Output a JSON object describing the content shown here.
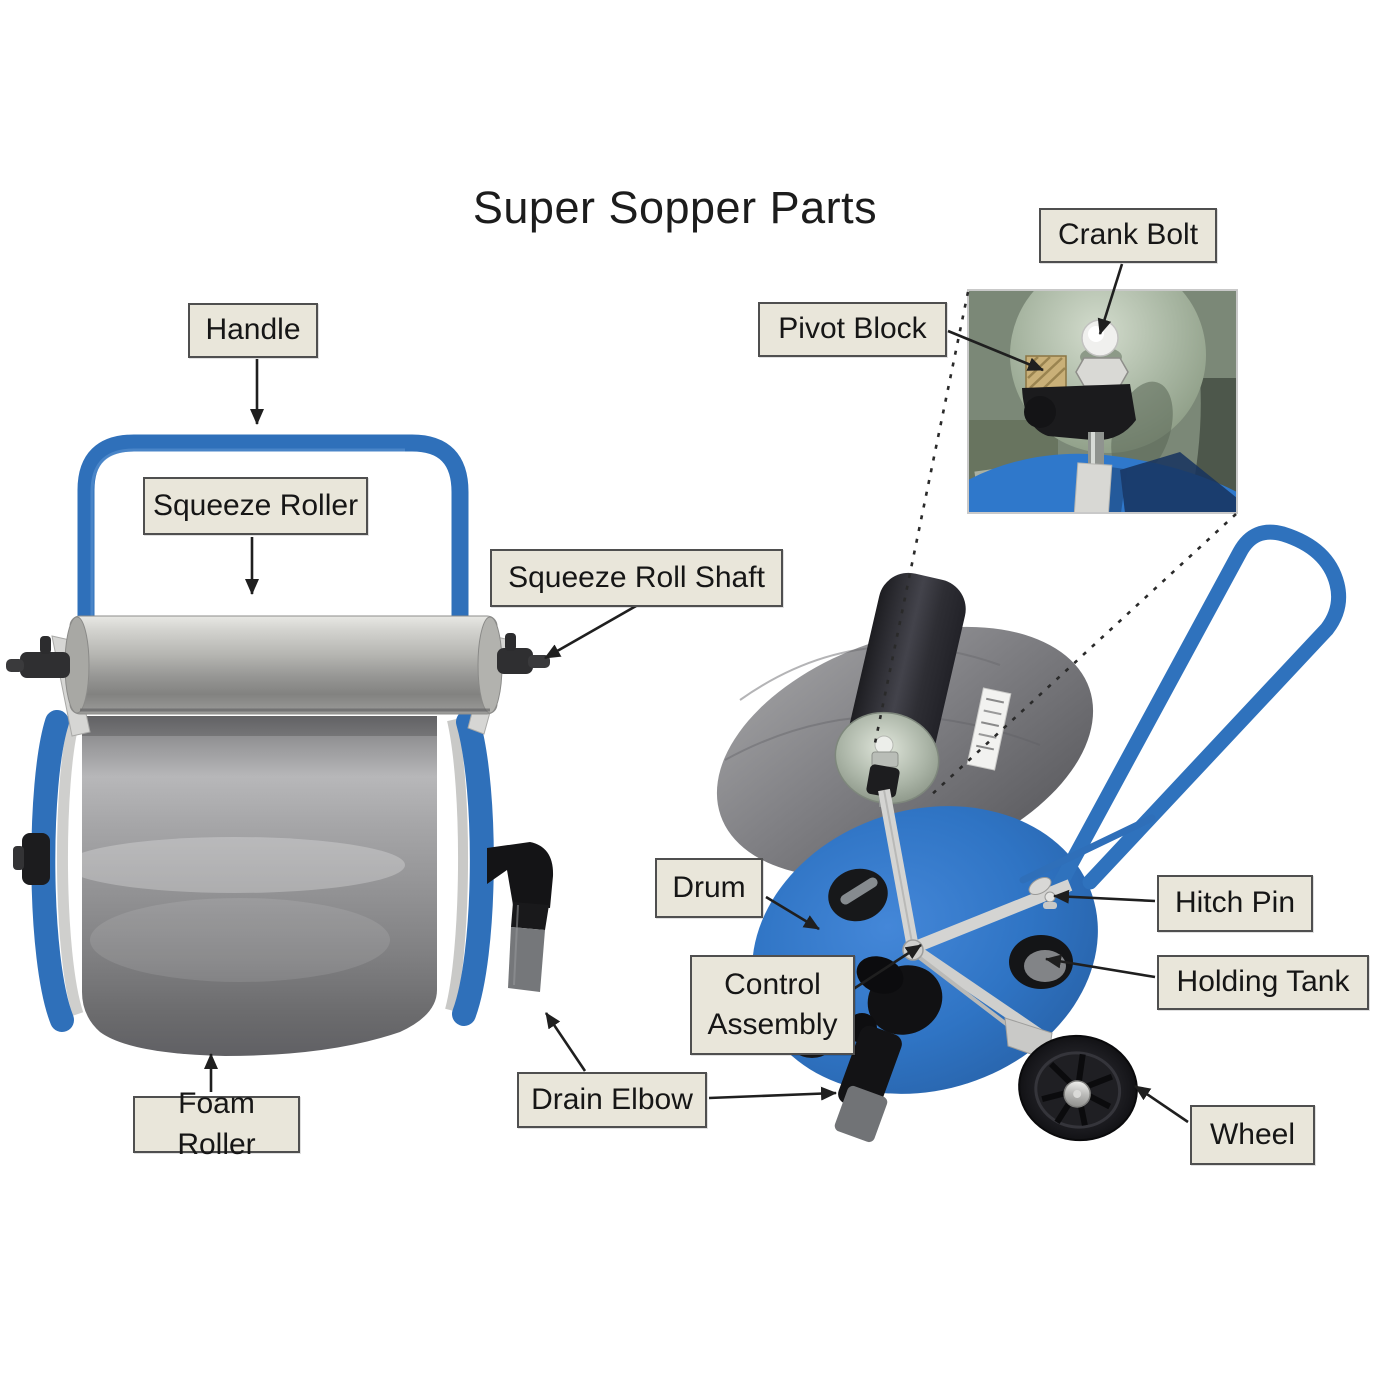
{
  "title": "Super Sopper Parts",
  "labels": {
    "handle": "Handle",
    "squeeze_roller": "Squeeze Roller",
    "squeeze_roll_shaft": "Squeeze Roll Shaft",
    "crank_bolt": "Crank Bolt",
    "pivot_block": "Pivot Block",
    "drum": "Drum",
    "control_assembly": "Control Assembly",
    "hitch_pin": "Hitch Pin",
    "holding_tank": "Holding Tank",
    "drain_elbow": "Drain Elbow",
    "foam_roller": "Foam Roller",
    "wheel": "Wheel"
  },
  "colors": {
    "label_background": "#e9e6da",
    "label_border": "#4f4f4f",
    "text": "#161616",
    "machine_blue": "#2f70ba",
    "foam_gray": "#9a9a9c",
    "roller_silver": "#c9c9c5",
    "dark_roller": "#2b2b2f",
    "arrow": "#1f1f1f",
    "inset_background": "#7b8877"
  }
}
